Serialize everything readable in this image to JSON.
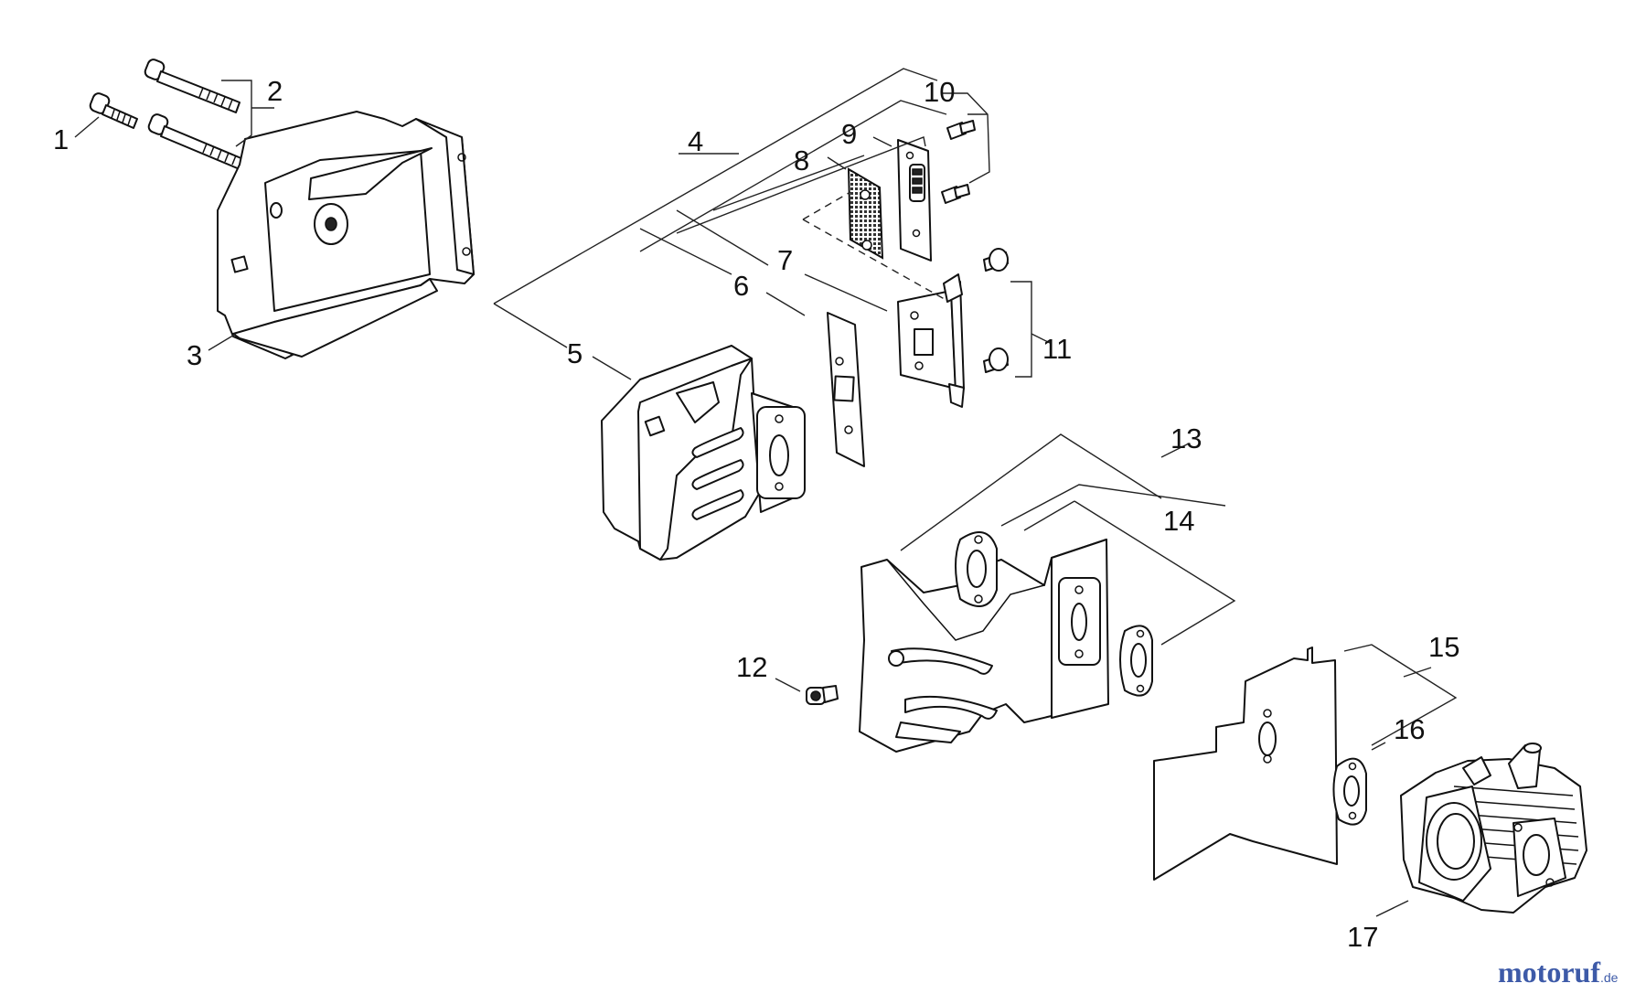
{
  "callouts": {
    "c1": "1",
    "c2": "2",
    "c3": "3",
    "c4": "4",
    "c5": "5",
    "c6": "6",
    "c7": "7",
    "c8": "8",
    "c9": "9",
    "c10": "10",
    "c11": "11",
    "c12": "12",
    "c13": "13",
    "c14": "14",
    "c15": "15",
    "c16": "16",
    "c17": "17"
  },
  "watermark": {
    "brand": "motoruf",
    "tld": ".de",
    "color": "#3d5aa8",
    "accent": "#d98a2a"
  }
}
